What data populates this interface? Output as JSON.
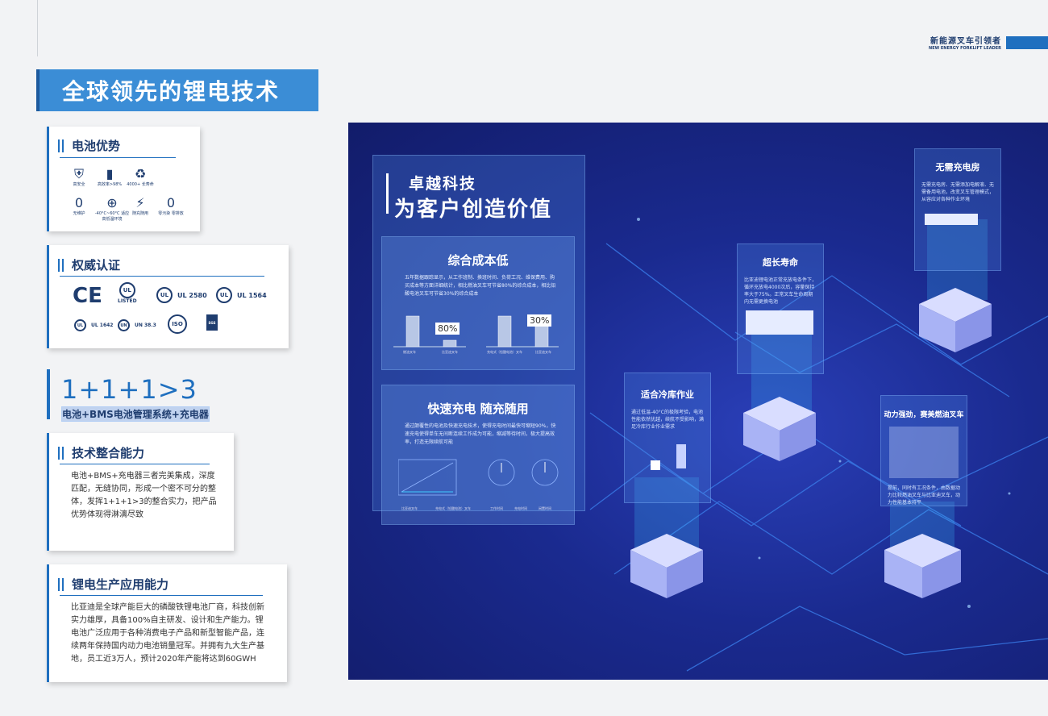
{
  "brand": {
    "cn": "新能源叉车引领者",
    "en": "NEW ENERGY FORKLIFT LEADER"
  },
  "title": "全球领先的锂电技术",
  "battery": {
    "heading": "电池优势",
    "icons": [
      {
        "name": "shield-icon",
        "label": "高安全"
      },
      {
        "name": "battery-icon",
        "label": "高效率>98%"
      },
      {
        "name": "cycle-icon",
        "label": "4000+ 长寿命"
      },
      {
        "name": "zero-pollution-icon",
        "label": "无维护"
      },
      {
        "name": "temperature-icon",
        "label": "-40°C~60°C 适应高低温环境"
      },
      {
        "name": "charge-icon",
        "label": "随充随用"
      },
      {
        "name": "zero-emission-icon",
        "label": "零污染  零排放"
      }
    ]
  },
  "certs": {
    "heading": "权威认证",
    "row1": [
      "CE",
      "LISTED",
      "UL 2580",
      "UL 1564"
    ],
    "row2": [
      "UL 1642",
      "UN 38.3",
      "ISO",
      "SGS"
    ]
  },
  "formula": {
    "expr": "1+1+1>3",
    "desc": "电池+BMS电池管理系统+充电器"
  },
  "integration": {
    "heading": "技术整合能力",
    "text": "电池+BMS+充电器三者完美集成，深度匹配，无缝协同，形成一个密不可分的整体，发挥1+1+1>3的整合实力，把产品优势体现得淋漓尽致"
  },
  "production": {
    "heading": "锂电生产应用能力",
    "text": "比亚迪是全球产能巨大的磷酸铁锂电池厂商，科技创新实力雄厚，具备100%自主研发、设计和生产能力。锂电池广泛应用于各种消费电子产品和新型智能产品，连续两年保持国内动力电池销量冠军。并拥有九大生产基地，员工近3万人，预计2020年产能将达到60GWH"
  },
  "panel": {
    "tagline1": "卓越科技",
    "tagline2": "为客户创造价值",
    "cost": {
      "title": "综合成本低",
      "text": "五年数据跟踪显示，从工作班制、换班时间、负荷工况、维保费用、购买成本等方面详细统计，相比燃油叉车可节省80%的综合成本，相比铅酸电池叉车可节省30%的综合成本",
      "pct1": "80%",
      "pct2": "30%",
      "lbl1": "燃油叉车",
      "lbl2": "比亚迪叉车",
      "lbl3": "充电式（铅酸电池）叉车",
      "lbl4": "比亚迪叉车"
    },
    "fast": {
      "title": "快速充电  随充随用",
      "text": "通过颠覆性的电池及快速充电技术，使得充电时间最快可缩短90%，快速充电使得单车无间断连续工作成为可能，缩减等待时间，极大提高效率，打造无限续航可能",
      "legend": [
        "比亚迪叉车",
        "充电式（铅酸电池）叉车",
        "工作时间",
        "充电时间",
        "闲置时间"
      ]
    },
    "cold": {
      "title": "适合冷库作业",
      "text": "通过低温-40°C的极限考验，电池性能依然优越，续航不受影响，满足冷库行业作业需求"
    },
    "life": {
      "title": "超长寿命",
      "text": "比亚迪锂电池正常充放电条件下，循环充放电4000次后，容量保持率大于75%。正常叉车生命周期内无需更换电池"
    },
    "room": {
      "title": "无需充电房",
      "text": "无需充电房、无需添加电解液、无需备用电池，改变叉车管理模式，从容应对各种作业环境"
    },
    "power": {
      "title": "动力强劲，赛美燃油叉车",
      "text": "提前，同时有工况条件，由数据动力比较燃油叉车与比亚迪叉车，动力性能基本持平"
    }
  }
}
